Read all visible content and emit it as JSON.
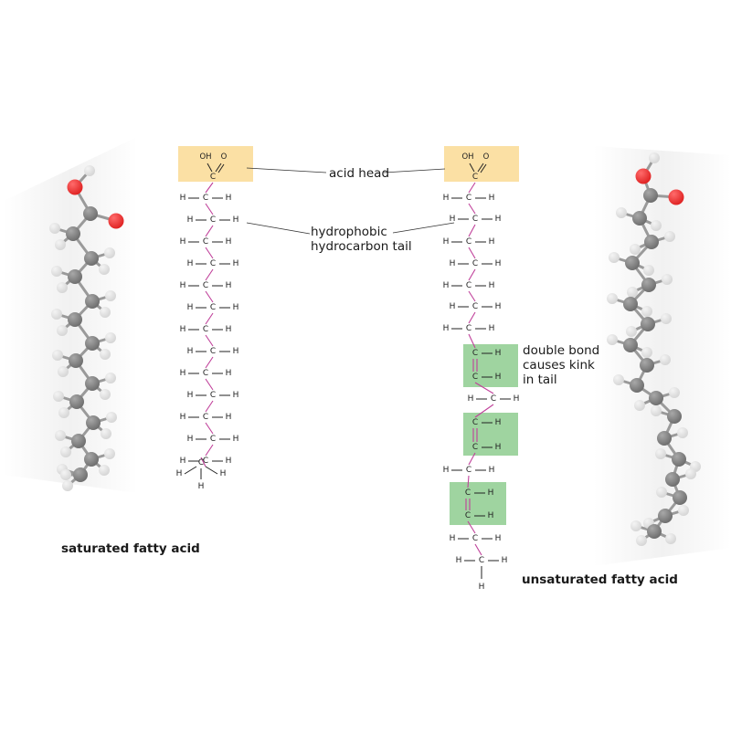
{
  "labels": {
    "acid_head": "acid head",
    "tail_line1": "hydrophobic",
    "tail_line2": "hydrocarbon tail",
    "kink_line1": "double bond",
    "kink_line2": "causes kink",
    "kink_line3": "in tail",
    "saturated": "saturated fatty acid",
    "unsaturated": "unsaturated fatty acid"
  },
  "atoms": {
    "hydrogen": "H",
    "carbon": "C",
    "oxygen_hydrogen": "OH",
    "oxygen": "O"
  },
  "colors": {
    "acid_head_highlight": "#fbe0a4",
    "double_bond_highlight": "#9fd4a0",
    "backbone_bond": "#c0409a",
    "carbon_atom": "#6f6f6f",
    "hydrogen_atom": "#d6d6d6",
    "oxygen_atom": "#e02424"
  }
}
